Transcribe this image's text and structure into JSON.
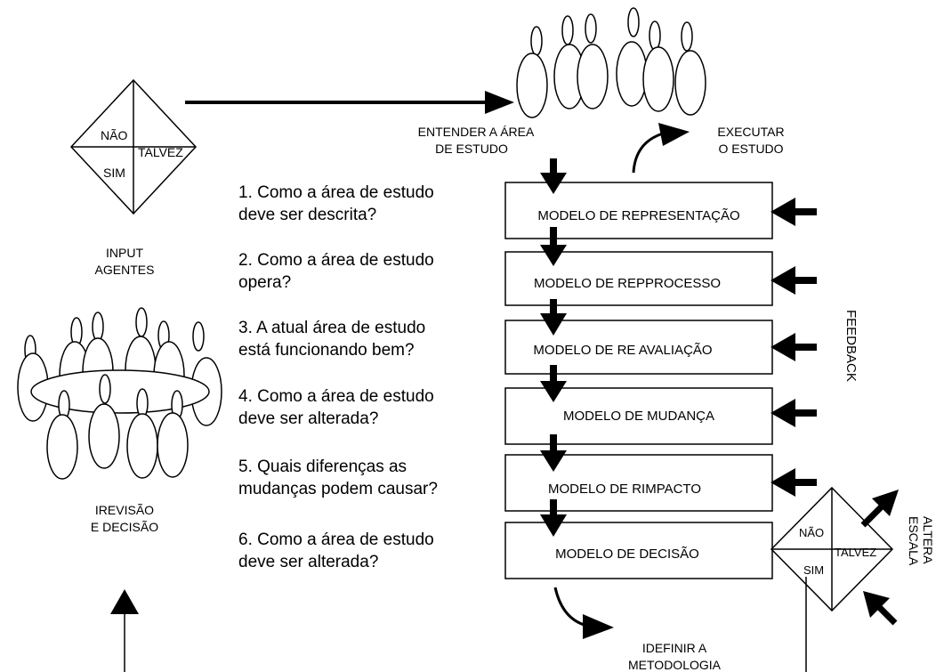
{
  "diamond_top": {
    "nao": "NÃO",
    "talvez": "TALVEZ",
    "sim": "SIM"
  },
  "input_label": [
    "INPUT",
    "AGENTES"
  ],
  "entender_label": [
    "ENTENDER A ÁREA",
    "DE ESTUDO"
  ],
  "executar_label": [
    "EXECUTAR",
    "O ESTUDO"
  ],
  "revisao_label": [
    "IREVISÃO",
    "E DECISÃO"
  ],
  "feedback_label": "FEEDBACK",
  "altera_label": [
    "ALTERA",
    "ESCALA"
  ],
  "definir_label": [
    "IDEFINIR A",
    "METODOLOGIA"
  ],
  "diamond_right": {
    "nao": "NÃO",
    "talvez": "TALVEZ",
    "sim": "SIM"
  },
  "steps": [
    {
      "question": [
        "1. Como a área de estudo",
        "deve ser descrita?"
      ],
      "model": "MODELO DE REPRESENTAÇÃO"
    },
    {
      "question": [
        "2. Como a área de estudo",
        "opera?"
      ],
      "model": "MODELO DE REPPROCESSO"
    },
    {
      "question": [
        "3. A atual área de estudo",
        "está funcionando bem?"
      ],
      "model": "MODELO DE RE AVALIAÇÃO"
    },
    {
      "question": [
        "4. Como a área de estudo",
        "deve ser alterada?"
      ],
      "model": "MODELO DE MUDANÇA"
    },
    {
      "question": [
        "5. Quais diferenças as",
        "mudanças podem causar?"
      ],
      "model": "MODELO DE RIMPACTO"
    },
    {
      "question": [
        "6. Como a área de estudo",
        "deve ser alterada?"
      ],
      "model": "MODELO DE DECISÃO"
    }
  ]
}
